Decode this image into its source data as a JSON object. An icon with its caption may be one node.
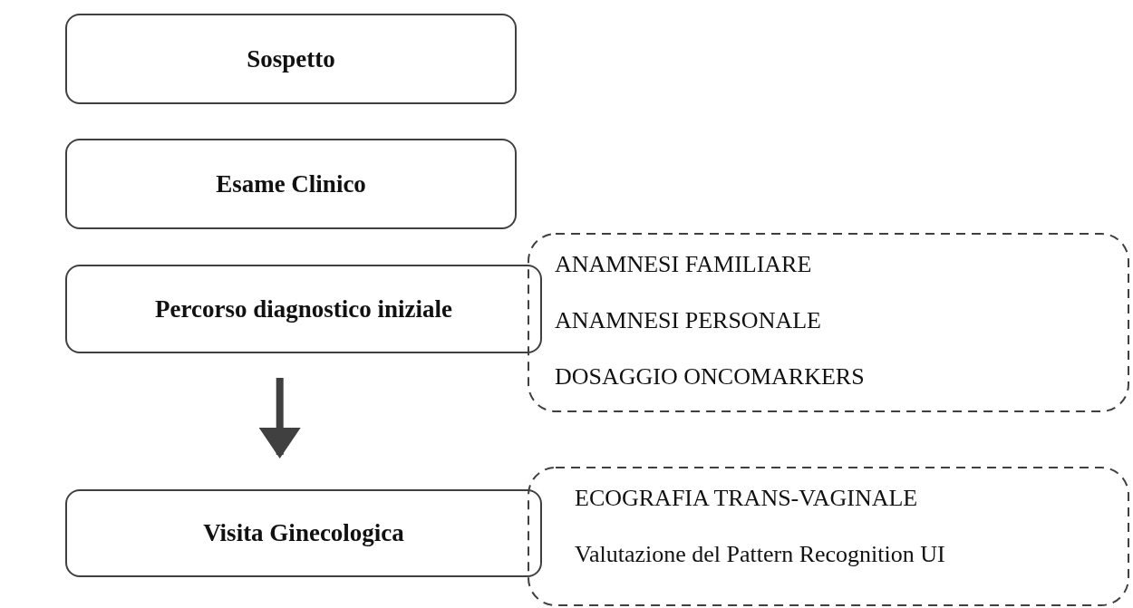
{
  "diagram": {
    "nodes": [
      {
        "text": [
          "Sospetto"
        ]
      },
      {
        "text": [
          "Esame Clinico"
        ]
      },
      {
        "text": [
          "Percorso diagnostico iniziale"
        ]
      },
      {
        "text": [
          "ANAMNESI FAMILIARE",
          "ANAMNESI PERSONALE",
          "DOSAGGIO ONCOMARKERS"
        ]
      },
      {
        "text": [
          "Visita Ginecologica"
        ]
      },
      {
        "text": [
          "ECOGRAFIA TRANS-VAGINALE",
          "Valutazione del Pattern Recognition UI"
        ]
      }
    ],
    "edges": [
      {
        "from": 2,
        "to": 4,
        "arrow": "to"
      }
    ]
  }
}
